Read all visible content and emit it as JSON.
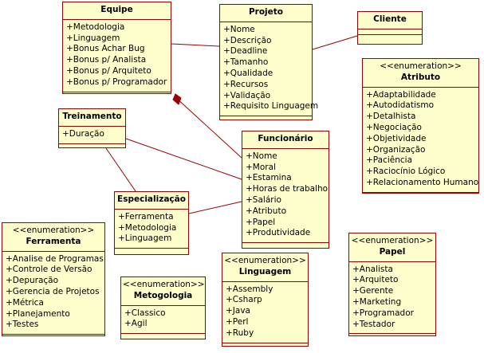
{
  "classes": [
    {
      "id": "equipe",
      "name": "Equipe",
      "stereotype": "",
      "attributes": [
        "+Metodologia",
        "+Linguagem",
        "+Bonus Achar Bug",
        "+Bonus p/ Analista",
        "+Bonus p/ Arquiteto",
        "+Bonus p/ Programador"
      ]
    },
    {
      "id": "projeto",
      "name": "Projeto",
      "stereotype": "",
      "attributes": [
        "+Nome",
        "+Descrição",
        "+Deadline",
        "+Tamanho",
        "+Qualidade",
        "+Recursos",
        "+Validação",
        "+Requisito Linguagem"
      ]
    },
    {
      "id": "cliente",
      "name": "Cliente",
      "stereotype": "",
      "attributes": []
    },
    {
      "id": "atributo",
      "name": "Atributo",
      "stereotype": "<<enumeration>>",
      "attributes": [
        "+Adaptabilidade",
        "+Autodidatismo",
        "+Detalhista",
        "+Negociação",
        "+Objetividade",
        "+Organização",
        "+Paciência",
        "+Raciocínio Lógico",
        "+Relacionamento Humano"
      ]
    },
    {
      "id": "treinamento",
      "name": "Treinamento",
      "stereotype": "",
      "attributes": [
        "+Duração"
      ]
    },
    {
      "id": "funcionario",
      "name": "Funcionário",
      "stereotype": "",
      "attributes": [
        "+Nome",
        "+Moral",
        "+Estamina",
        "+Horas de trabalho",
        "+Salário",
        "+Atributo",
        "+Papel",
        "+Produtividade"
      ]
    },
    {
      "id": "especializacao",
      "name": "Especialização",
      "stereotype": "",
      "attributes": [
        "+Ferramenta",
        "+Metodologia",
        "+Linguagem"
      ]
    },
    {
      "id": "ferramenta",
      "name": "Ferramenta",
      "stereotype": "<<enumeration>>",
      "attributes": [
        "+Analise de Programas",
        "+Controle de Versão",
        "+Depuração",
        "+Gerencia de Projetos",
        "+Métrica",
        "+Planejamento",
        "+Testes"
      ]
    },
    {
      "id": "metogologia",
      "name": "Metogologia",
      "stereotype": "<<enumeration>>",
      "attributes": [
        "+Classico",
        "+Agil"
      ]
    },
    {
      "id": "linguagem",
      "name": "Linguagem",
      "stereotype": "<<enumeration>>",
      "attributes": [
        "+Assembly",
        "+Csharp",
        "+Java",
        "+Perl",
        "+Ruby"
      ]
    },
    {
      "id": "papel",
      "name": "Papel",
      "stereotype": "<<enumeration>>",
      "attributes": [
        "+Analista",
        "+Arquiteto",
        "+Gerente",
        "+Marketing",
        "+Programador",
        "+Testador"
      ]
    }
  ],
  "relationships": [
    {
      "from": "projeto",
      "to": "cliente",
      "kind": "association"
    },
    {
      "from": "equipe",
      "to": "projeto",
      "kind": "association"
    },
    {
      "from": "equipe",
      "to": "funcionario",
      "kind": "composition"
    },
    {
      "from": "treinamento",
      "to": "funcionario",
      "kind": "association"
    },
    {
      "from": "treinamento",
      "to": "especializacao",
      "kind": "association"
    },
    {
      "from": "especializacao",
      "to": "funcionario",
      "kind": "association"
    }
  ],
  "colors": {
    "box_fill": "#fefecd",
    "box_border": "#990000",
    "line": "#990000"
  }
}
